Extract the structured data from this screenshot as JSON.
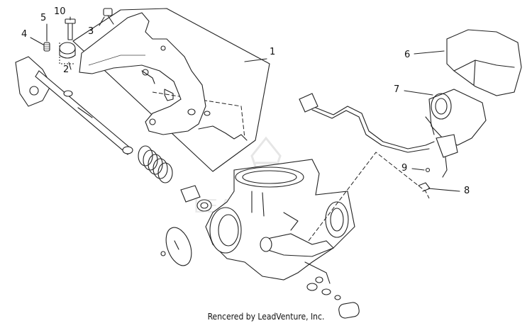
{
  "diagram": {
    "callouts": [
      {
        "id": "c1",
        "text": "1"
      },
      {
        "id": "c2",
        "text": "2"
      },
      {
        "id": "c3",
        "text": "3"
      },
      {
        "id": "c4",
        "text": "4"
      },
      {
        "id": "c5",
        "text": "5"
      },
      {
        "id": "c6",
        "text": "6"
      },
      {
        "id": "c7",
        "text": "7"
      },
      {
        "id": "c8",
        "text": "8"
      },
      {
        "id": "c9",
        "text": "9"
      },
      {
        "id": "c10",
        "text": "10"
      }
    ],
    "watermark": "LEADVENTURE",
    "footer": "Rencered by LeadVenture, Inc."
  },
  "colors": {
    "line": "#222222",
    "watermark": "#d6d6d6",
    "background": "#ffffff"
  }
}
